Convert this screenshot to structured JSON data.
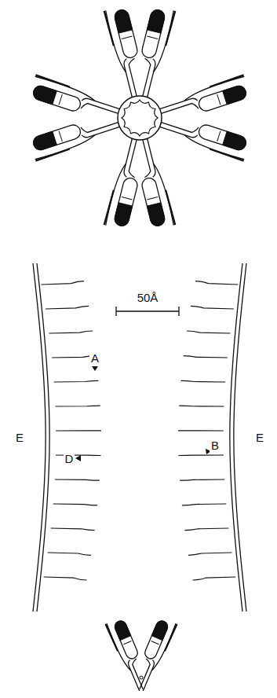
{
  "diagram": {
    "labels": [
      "50Å",
      "A",
      "B",
      "D",
      "E",
      "E"
    ]
  }
}
